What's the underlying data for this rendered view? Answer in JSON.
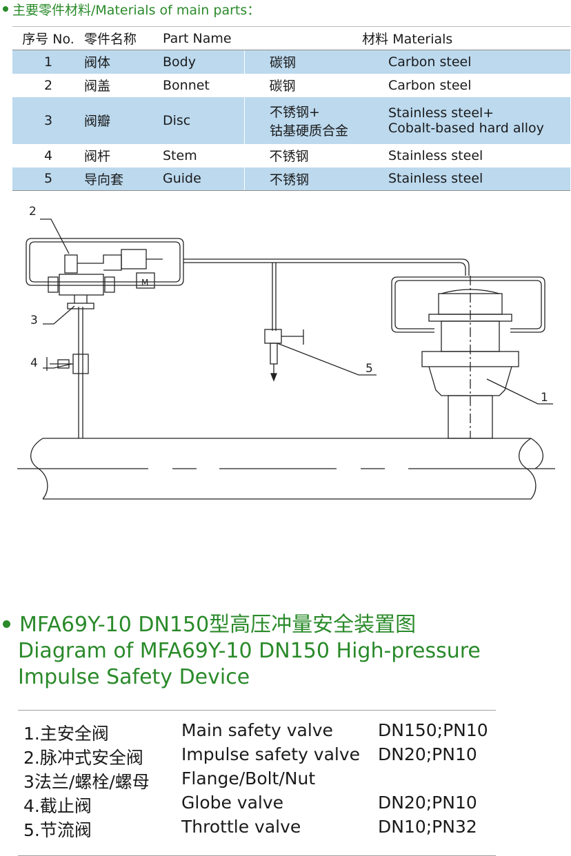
{
  "materials_section": {
    "title": "主要零件材料/Materials of main parts："
  },
  "materials_table": {
    "headers": {
      "no": "序号 No.",
      "name_cn": "零件名称",
      "name_en": "Part Name",
      "materials": "材料 Materials"
    },
    "rows": [
      {
        "no": "1",
        "name_cn": "阀体",
        "name_en": "Body",
        "mat_cn": "碳钢",
        "mat_en": "Carbon steel"
      },
      {
        "no": "2",
        "name_cn": "阀盖",
        "name_en": "Bonnet",
        "mat_cn": "碳钢",
        "mat_en": "Carbon steel"
      },
      {
        "no": "3",
        "name_cn": "阀瓣",
        "name_en": "Disc",
        "mat_cn_line1": "不锈钢+",
        "mat_cn_line2": "钴基硬质合金",
        "mat_en_line1": "Stainless steel+",
        "mat_en_line2": "Cobalt-based hard alloy"
      },
      {
        "no": "4",
        "name_cn": "阀杆",
        "name_en": "Stem",
        "mat_cn": "不锈钢",
        "mat_en": "Stainless steel"
      },
      {
        "no": "5",
        "name_cn": "导向套",
        "name_en": "Guide",
        "mat_cn": "不锈钢",
        "mat_en": "Stainless steel"
      }
    ]
  },
  "diagram": {
    "callouts": [
      "1",
      "2",
      "3",
      "4",
      "5"
    ],
    "emblem_text": "M"
  },
  "diagram_title": {
    "line1": "MFA69Y-10 DN150型高压冲量安全装置图",
    "line2": "Diagram of MFA69Y-10 DN150  High-pressure",
    "line3": "Impulse Safety Device"
  },
  "legend": [
    {
      "cn": "1.主安全阀",
      "en": "Main safety valve",
      "spec": "DN150;PN10"
    },
    {
      "cn": "2.脉冲式安全阀",
      "en": "Impulse safety valve",
      "spec": "DN20;PN10"
    },
    {
      "cn": "3法兰/螺栓/螺母",
      "en": "Flange/Bolt/Nut",
      "spec": ""
    },
    {
      "cn": "4.截止阀",
      "en": "Globe valve",
      "spec": "DN20;PN10"
    },
    {
      "cn": "5.节流阀",
      "en": "Throttle valve",
      "spec": "DN10;PN32"
    }
  ],
  "colors": {
    "accent_green": "#2a8a2a",
    "row_highlight": "#bcd9ee"
  }
}
